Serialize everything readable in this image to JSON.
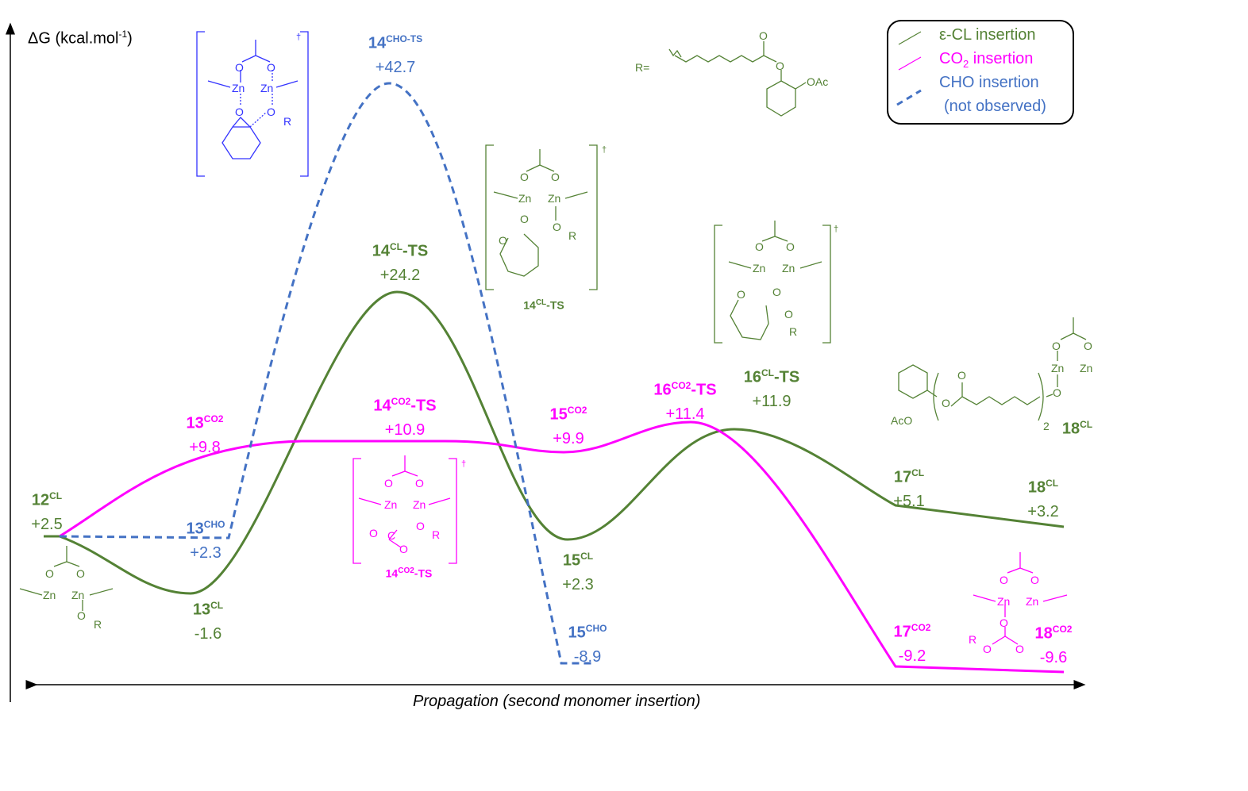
{
  "axis": {
    "y_label_main": "ΔG (kcal.mol",
    "y_label_sup": "-1",
    "y_label_close": ")",
    "x_label": "Propagation (second monomer insertion)"
  },
  "legend": {
    "cl": "ε-CL insertion",
    "co2_a": "CO",
    "co2_sub": "2",
    "co2_b": " insertion",
    "cho": "CHO insertion",
    "cho_note": "(not observed)"
  },
  "colors": {
    "cl": "#548235",
    "co2": "#ff00ff",
    "cho": "#4472c4",
    "cho_structure": "#3333ff"
  },
  "states": [
    {
      "id": "12CL",
      "num": "12",
      "sup": "CL",
      "value": "+2.5",
      "path": "cl"
    },
    {
      "id": "13CO2",
      "num": "13",
      "sup": "CO2",
      "value": "+9.8",
      "path": "co2"
    },
    {
      "id": "13CHO",
      "num": "13",
      "sup": "CHO",
      "value": "+2.3",
      "path": "cho"
    },
    {
      "id": "13CL",
      "num": "13",
      "sup": "CL",
      "value": "-1.6",
      "path": "cl"
    },
    {
      "id": "14CHO-TS",
      "num": "14",
      "sup": "CHO-TS",
      "value": "+42.7",
      "path": "cho"
    },
    {
      "id": "14CL-TS",
      "num": "14",
      "sup": "CL",
      "suffix": "-TS",
      "value": "+24.2",
      "path": "cl"
    },
    {
      "id": "14CO2-TS",
      "num": "14",
      "sup": "CO2",
      "suffix": "-TS",
      "value": "+10.9",
      "path": "co2"
    },
    {
      "id": "15CO2",
      "num": "15",
      "sup": "CO2",
      "value": "+9.9",
      "path": "co2"
    },
    {
      "id": "15CL",
      "num": "15",
      "sup": "CL",
      "value": "+2.3",
      "path": "cl"
    },
    {
      "id": "15CHO",
      "num": "15",
      "sup": "CHO",
      "value": "-8.9",
      "path": "cho"
    },
    {
      "id": "16CO2-TS",
      "num": "16",
      "sup": "CO2",
      "suffix": "-TS",
      "value": "+11.4",
      "path": "co2"
    },
    {
      "id": "16CL-TS",
      "num": "16",
      "sup": "CL",
      "suffix": "-TS",
      "value": "+11.9",
      "path": "cl"
    },
    {
      "id": "17CL",
      "num": "17",
      "sup": "CL",
      "value": "+5.1",
      "path": "cl"
    },
    {
      "id": "18CL",
      "num": "18",
      "sup": "CL",
      "value": "+3.2",
      "path": "cl"
    },
    {
      "id": "17CO2",
      "num": "17",
      "sup": "CO2",
      "value": "-9.2",
      "path": "co2"
    },
    {
      "id": "18CO2",
      "num": "18",
      "sup": "CO2",
      "value": "-9.6",
      "path": "co2"
    }
  ],
  "captions": {
    "cl_ts": {
      "num": "14",
      "sup": "CL",
      "suffix": "-TS"
    },
    "co2_ts": {
      "num": "14",
      "sup": "CO2",
      "suffix": "-TS"
    },
    "product_cl": {
      "num": "18",
      "sup": "CL"
    }
  },
  "atoms": {
    "zn": "Zn",
    "o": "O",
    "r": "R",
    "c": "C",
    "oac": "OAc",
    "aco": "AcO",
    "r_eq": "R=",
    "dagger": "†",
    "two": "2"
  }
}
